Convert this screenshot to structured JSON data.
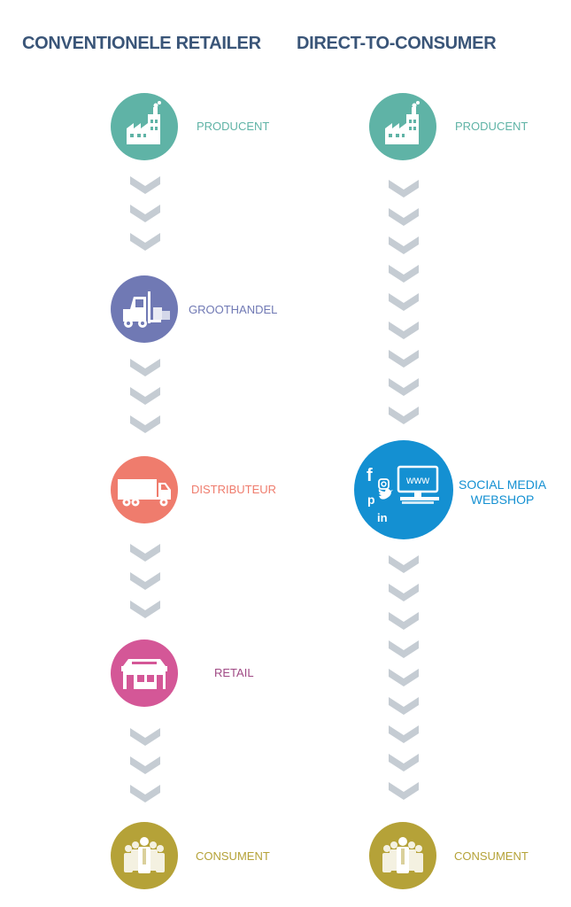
{
  "columns": [
    {
      "title": "CONVENTIONELE RETAILER"
    },
    {
      "title": "DIRECT-TO-CONSUMER"
    }
  ],
  "left_chain": {
    "producent": {
      "label": "PRODUCENT",
      "color": "#5fb3a6",
      "icon": "factory-icon"
    },
    "groothandel": {
      "label": "GROOTHANDEL",
      "color": "#7079b4",
      "icon": "forklift-icon"
    },
    "distributeur": {
      "label": "DISTRIBUTEUR",
      "color": "#ef7c6d",
      "icon": "truck-icon"
    },
    "retail": {
      "label": "RETAIL",
      "color": "#d45797",
      "icon": "store-icon"
    },
    "consument": {
      "label": "CONSUMENT",
      "color": "#b5a238",
      "icon": "people-icon"
    }
  },
  "right_chain": {
    "producent": {
      "label": "PRODUCENT",
      "color": "#5fb3a6",
      "icon": "factory-icon"
    },
    "social": {
      "label_line1": "SOCIAL MEDIA",
      "label_line2": "WEBSHOP",
      "color": "#1490d2",
      "icon": "social-media-webshop-icon",
      "screen_text": "www"
    },
    "consument": {
      "label": "CONSUMENT",
      "color": "#b5a238",
      "icon": "people-icon"
    }
  },
  "chevron_color": "#c5ccd3"
}
